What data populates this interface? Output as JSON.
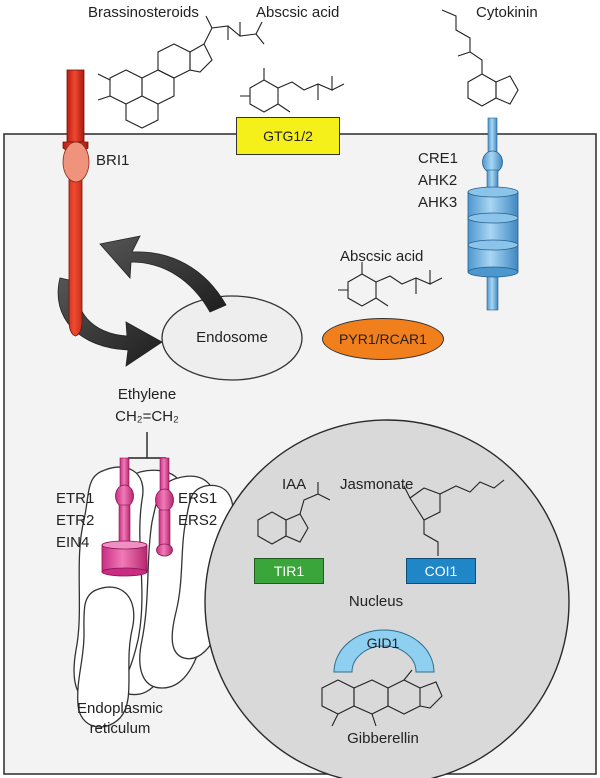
{
  "top": {
    "brassinosteroids": "Brassinosteroids",
    "abscisic_acid": "Abscsic acid",
    "cytokinin": "Cytokinin"
  },
  "receptors": {
    "gtg": "GTG1/2",
    "bri1": "BRI1",
    "cre1": "CRE1",
    "ahk2": "AHK2",
    "ahk3": "AHK3",
    "abscisic_acid_inner": "Abscsic acid",
    "pyr": "PYR1/RCAR1",
    "endosome": "Endosome"
  },
  "ethylene": {
    "name": "Ethylene",
    "formula": "CH₂=CH₂",
    "etr1": "ETR1",
    "etr2": "ETR2",
    "ein4": "EIN4",
    "ers1": "ERS1",
    "ers2": "ERS2",
    "er_line1": "Endoplasmic",
    "er_line2": "reticulum"
  },
  "nucleus": {
    "iaa": "IAA",
    "jasmonate": "Jasmonate",
    "tir1": "TIR1",
    "coi1": "COI1",
    "nucleus": "Nucleus",
    "gid1": "GID1",
    "gibberellin": "Gibberellin"
  },
  "colors": {
    "gtg": "#f5ef1a",
    "bri1": "#e3331e",
    "cytokinin_receptor": "#6fb1e0",
    "pyr": "#f07f1c",
    "ethylene_receptor": "#e0499a",
    "tir1": "#3aa53a",
    "coi1": "#1f86c8",
    "gid1": "#8fd0f0",
    "nucleus": "#d9d9d9",
    "endosome": "#eeeeee"
  }
}
